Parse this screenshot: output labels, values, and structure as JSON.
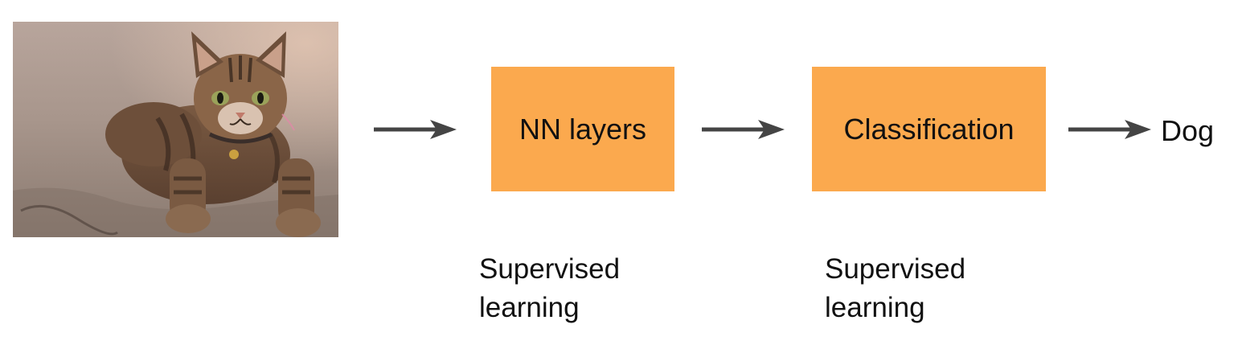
{
  "diagram": {
    "input_image": {
      "subject": "cat photo"
    },
    "boxes": [
      {
        "label": "NN layers"
      },
      {
        "label": "Classification"
      }
    ],
    "captions": [
      {
        "line1": "Supervised",
        "line2": "learning"
      },
      {
        "line1": "Supervised",
        "line2": "learning"
      }
    ],
    "output": "Dog",
    "colors": {
      "box_fill": "#fba94e",
      "arrow": "#444444",
      "text": "#111111"
    },
    "icons": [
      "arrow-right-icon"
    ]
  }
}
